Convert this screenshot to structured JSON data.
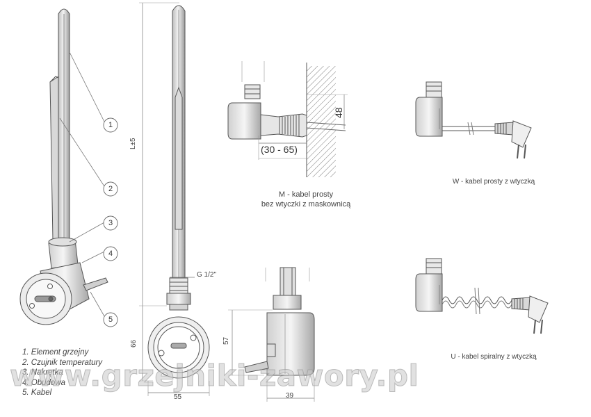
{
  "callouts": [
    "1",
    "2",
    "3",
    "4",
    "5"
  ],
  "legend": [
    "1. Element grzejny",
    "2. Czujnik temperatury",
    "3. Nakrętka",
    "4. Obudowa",
    "5. Kabel"
  ],
  "dimensions": {
    "length": "L±5",
    "thread": "G 1/2\"",
    "height_66": "66",
    "height_57": "57",
    "width_55": "55",
    "depth_39": "39",
    "wall_48": "48",
    "range": "(30 - 65)"
  },
  "captions": {
    "m_line1": "M - kabel prosty",
    "m_line2": "bez wtyczki z maskownicą",
    "w": "W - kabel prosty z wtyczką",
    "u": "U - kabel spiralny z wtyczką"
  },
  "watermark": "www.grzejniki-zawory.pl",
  "colors": {
    "line": "#555555",
    "metal_dark": "#8a8a8a",
    "metal_light": "#e6e6e6"
  }
}
